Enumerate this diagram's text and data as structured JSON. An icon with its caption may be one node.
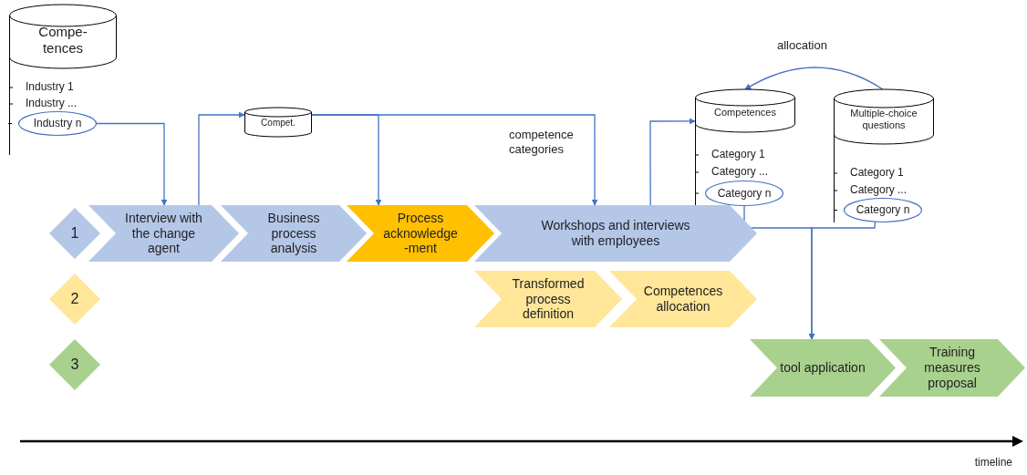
{
  "diagram": {
    "nodes": [
      {
        "text": [
          "Compe- tences",
          "Industry 1",
          "Industry ..."
        ]
      },
      {
        "text": [
          "Industry n"
        ],
        "in": 0
      },
      {
        "text": [
          "Compet."
        ]
      },
      {
        "text": [
          "Competences",
          "Category 1",
          "Category ..."
        ]
      },
      {
        "text": [
          "Category n"
        ],
        "in": 3
      },
      {
        "text": [
          "Multiple-choice questions",
          "Category 1",
          "Category ..."
        ]
      },
      {
        "text": [
          "Category n"
        ],
        "in": 5
      },
      {
        "text": [
          "1"
        ]
      },
      {
        "text": [
          "Interview with the change agent"
        ]
      },
      {
        "text": [
          "Business process analysis"
        ]
      },
      {
        "text": [
          "Process acknowledge -ment"
        ]
      },
      {
        "text": [
          "Workshops and interviews with employees"
        ]
      },
      {
        "text": [
          "2"
        ]
      },
      {
        "text": [
          "Transformed process definition"
        ]
      },
      {
        "text": [
          "Competences allocation"
        ]
      },
      {
        "text": [
          "3"
        ]
      },
      {
        "text": [
          "tool application"
        ]
      },
      {
        "text": [
          "Training measures proposal"
        ]
      }
    ],
    "edges": [
      {
        "from": 1,
        "to": 8,
        "arrow": "to"
      },
      {
        "from": 8,
        "to": 2,
        "arrow": "to"
      },
      {
        "from": 2,
        "to": 10,
        "arrow": "to"
      },
      {
        "from": 2,
        "to": 11,
        "arrow": "to",
        "label": "competence categories"
      },
      {
        "from": 11,
        "to": 3,
        "arrow": "to"
      },
      {
        "from": 5,
        "to": 3,
        "arrow": "to",
        "label": "allocation"
      },
      {
        "from": 4,
        "to": 16,
        "arrow": "to"
      },
      {
        "from": 6,
        "to": 16,
        "arrow": "to"
      }
    ],
    "labels": [
      "timeline"
    ]
  }
}
